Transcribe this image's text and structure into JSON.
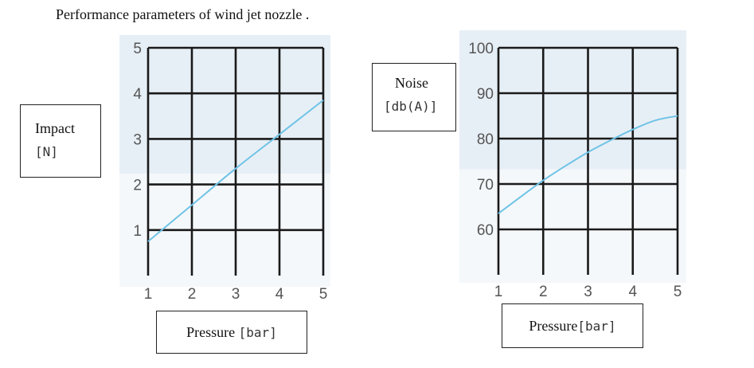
{
  "page": {
    "title": "Performance parameters of wind jet nozzle ."
  },
  "chart_data": [
    {
      "type": "line",
      "ylabel": "Impact",
      "yunit": "[N]",
      "xlabel": "Pressure",
      "xunit": "[bar]",
      "xlim": [
        1,
        5
      ],
      "ylim": [
        0,
        5
      ],
      "xticks": [
        "1",
        "2",
        "3",
        "4",
        "5"
      ],
      "yticks": [
        "1",
        "2",
        "3",
        "4",
        "5"
      ],
      "grid": true,
      "x": [
        1,
        2,
        3,
        4,
        5
      ],
      "y": [
        0.75,
        1.55,
        2.35,
        3.1,
        3.85
      ],
      "color": "#6fc3e6",
      "plot_bg": "#dfe9f3"
    },
    {
      "type": "line",
      "ylabel": "Noise",
      "yunit": "[db(A)]",
      "xlabel": "Pressure",
      "xunit": "[bar]",
      "xlim": [
        1,
        5
      ],
      "ylim": [
        50,
        100
      ],
      "xticks": [
        "1",
        "2",
        "3",
        "4",
        "5"
      ],
      "yticks": [
        "60",
        "70",
        "80",
        "90",
        "100"
      ],
      "grid": true,
      "x": [
        1,
        1.5,
        2,
        2.5,
        3,
        3.5,
        4,
        4.5,
        5
      ],
      "y": [
        63.5,
        67.2,
        70.8,
        74.0,
        77.0,
        79.6,
        82.0,
        84.0,
        85.0
      ],
      "color": "#6fc3e6",
      "plot_bg": "#dfe9f3"
    }
  ]
}
